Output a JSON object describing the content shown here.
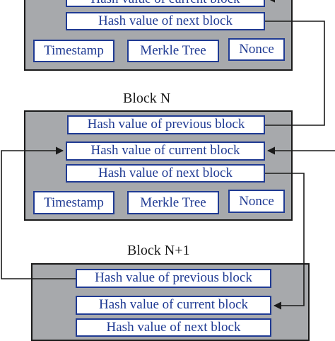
{
  "colors": {
    "block_fill": "#a7a9ac",
    "field_text": "#1f3a93",
    "line": "#1a1a1a"
  },
  "blocks": [
    {
      "caption": "",
      "fields": {
        "current_hash": "Hash value of current block",
        "next_hash": "Hash value of next block",
        "timestamp": "Timestamp",
        "merkle": "Merkle Tree",
        "nonce": "Nonce"
      }
    },
    {
      "caption": "Block N",
      "fields": {
        "prev_hash": "Hash value of previous block",
        "current_hash": "Hash value of current block",
        "next_hash": "Hash value of next block",
        "timestamp": "Timestamp",
        "merkle": "Merkle Tree",
        "nonce": "Nonce"
      }
    },
    {
      "caption": "Block N+1",
      "fields": {
        "prev_hash": "Hash value of previous block",
        "current_hash": "Hash value of current block",
        "next_hash": "Hash value of next block"
      }
    }
  ]
}
